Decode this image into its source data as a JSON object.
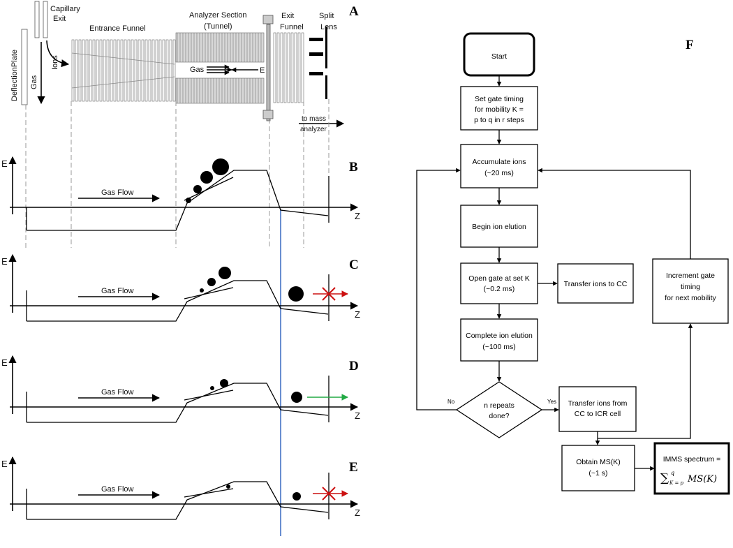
{
  "schematic": {
    "panel_label": "A",
    "deflection_plate": "DeflectionPlate",
    "capillary_exit_line1": "Capillary",
    "capillary_exit_line2": "Exit",
    "gas": "Gas",
    "ions": "Ions",
    "entrance_funnel": "Entrance Funnel",
    "analyzer_section_line1": "Analyzer Section",
    "analyzer_section_line2": "(Tunnel)",
    "exit_funnel_line1": "Exit",
    "exit_funnel_line2": "Funnel",
    "split_lens_line1": "Split",
    "split_lens_line2": "Lens",
    "tunnel_gas": "Gas",
    "tunnel_field": "E",
    "to_mass_line1": "to mass",
    "to_mass_line2": "analyzer"
  },
  "potential_panels": [
    {
      "label": "B",
      "y_axis": "E",
      "x_axis": "Z",
      "flow": "Gas Flow",
      "transmission": "none"
    },
    {
      "label": "C",
      "y_axis": "E",
      "x_axis": "Z",
      "flow": "Gas Flow",
      "transmission": "blocked"
    },
    {
      "label": "D",
      "y_axis": "E",
      "x_axis": "Z",
      "flow": "Gas Flow",
      "transmission": "passed"
    },
    {
      "label": "E",
      "y_axis": "E",
      "x_axis": "Z",
      "flow": "Gas Flow",
      "transmission": "blocked"
    }
  ],
  "flowchart": {
    "panel_label": "F",
    "start": "Start",
    "set_gate": [
      "Set gate timing",
      "for mobility K =",
      "p to q in r steps"
    ],
    "accumulate": [
      "Accumulate ions",
      "(~20 ms)"
    ],
    "begin_elution": [
      "Begin ion elution"
    ],
    "open_gate": [
      "Open gate at set K",
      "(~0.2 ms)"
    ],
    "transfer_cc": [
      "Transfer ions to CC"
    ],
    "complete_elution": [
      "Complete ion elution",
      "(~100 ms)"
    ],
    "decision": [
      "n repeats",
      "done?"
    ],
    "no_label": "No",
    "yes_label": "Yes",
    "transfer_icr": [
      "Transfer ions from",
      "CC to ICR cell"
    ],
    "increment": [
      "Increment gate",
      "timing",
      "for next mobility"
    ],
    "obtain": [
      "Obtain MS(K)",
      "(~1 s)"
    ],
    "imms": [
      "IMMS spectrum ="
    ],
    "imms_formula_sum": "∑",
    "imms_formula_upper": "q",
    "imms_formula_lower": "K = p",
    "imms_formula_term": "MS(K)"
  },
  "colors": {
    "blocked_arrow": "#cc1111",
    "passed_arrow": "#22aa44",
    "guide_line": "#4472c4"
  }
}
